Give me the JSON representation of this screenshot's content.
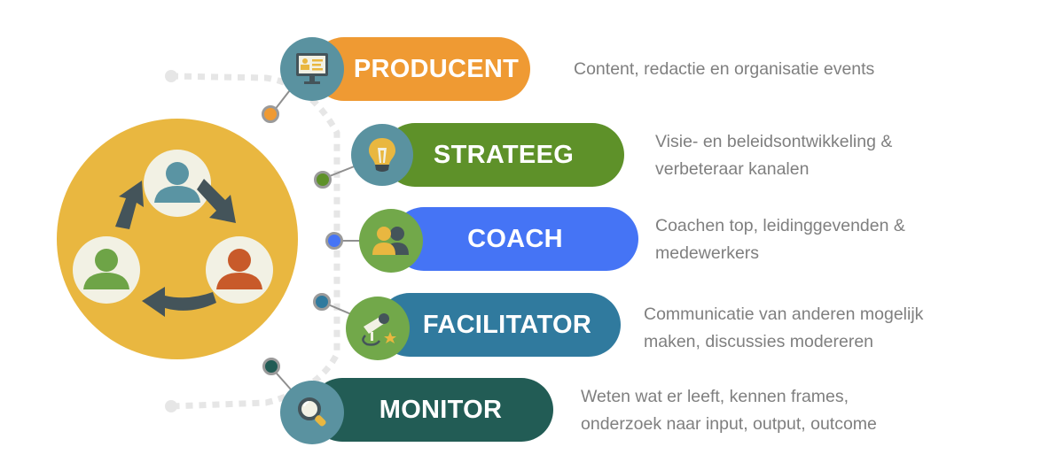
{
  "diagram": {
    "hub": {
      "label": "team-cycle",
      "colors": {
        "circle": "#E9B740",
        "person_top": "#5A94A3",
        "person_left": "#6EA447",
        "person_right": "#C85A2A",
        "arrows": "#44545A",
        "person_bg": "#F2F1E4"
      }
    },
    "roles": [
      {
        "title": "PRODUCENT",
        "icon": "presentation-screen-icon",
        "pill_color": "#EF9A33",
        "badge_color": "#5A92A0",
        "node_color": "#EF9A33",
        "description_lines": [
          "Content, redactie en organisatie events"
        ]
      },
      {
        "title": "STRATEEG",
        "icon": "lightbulb-icon",
        "pill_color": "#5E9129",
        "badge_color": "#5A92A0",
        "node_color": "#5E9129",
        "description_lines": [
          "Visie- en beleidsontwikkeling &",
          "verbeteraar kanalen"
        ]
      },
      {
        "title": "COACH",
        "icon": "two-people-icon",
        "pill_color": "#4574F5",
        "badge_color": "#72A84A",
        "node_color": "#4574F5",
        "description_lines": [
          "Coachen top, leidinggevenden &",
          "medewerkers"
        ]
      },
      {
        "title": "FACILITATOR",
        "icon": "microphone-star-icon",
        "pill_color": "#307A9E",
        "badge_color": "#72A84A",
        "node_color": "#307A9E",
        "description_lines": [
          "Communicatie van anderen mogelijk",
          "maken, discussies modereren"
        ]
      },
      {
        "title": "MONITOR",
        "icon": "magnifier-icon",
        "pill_color": "#225C55",
        "badge_color": "#5A92A0",
        "node_color": "#225C55",
        "description_lines": [
          "Weten wat er leeft, kennen frames,",
          "onderzoek naar input, output, outcome"
        ]
      }
    ]
  }
}
